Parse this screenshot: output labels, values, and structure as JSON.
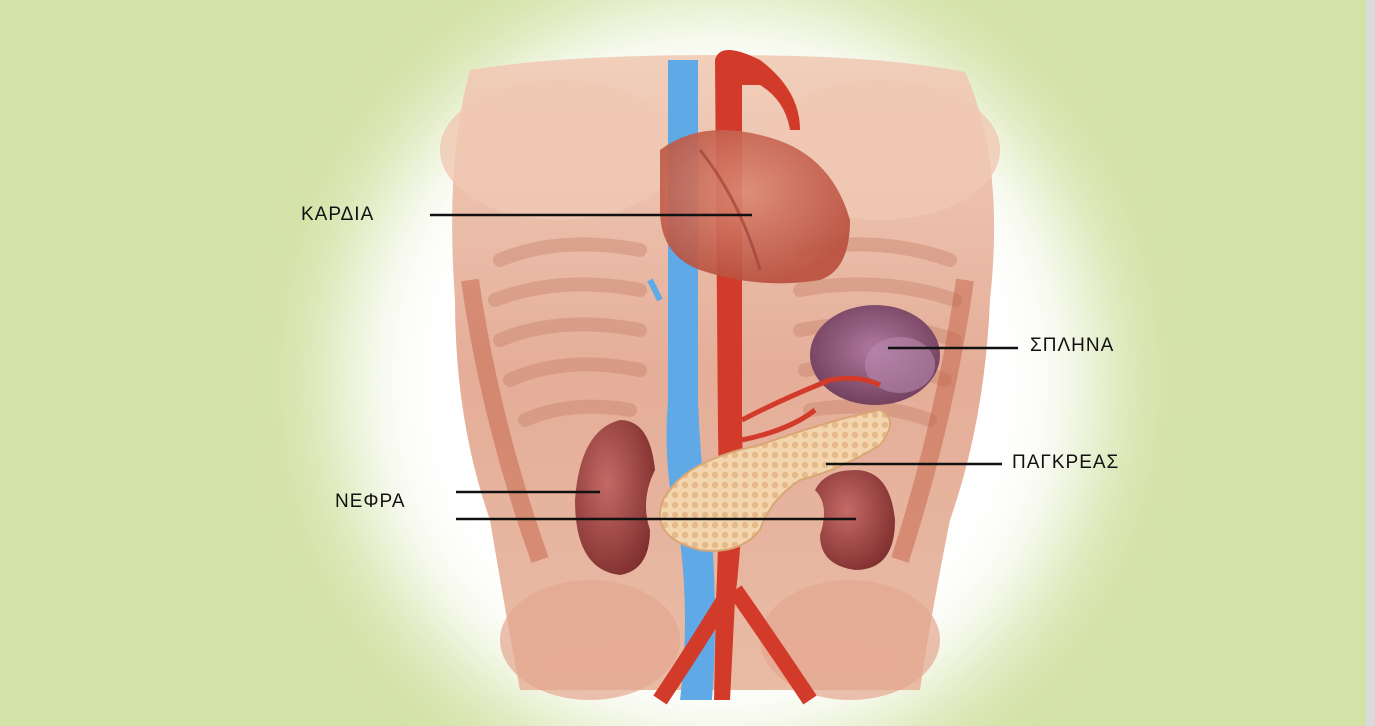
{
  "labels": {
    "heart": "ΚΑΡΔΙΑ",
    "spleen": "ΣΠΛΗΝΑ",
    "pancreas": "ΠΑΓΚΡΕΑΣ",
    "kidneys": "ΝΕΦΡΑ"
  },
  "colors": {
    "background_green": "#d3e2a6",
    "right_border": "#d9dadb",
    "skin": "#e9b9a0",
    "muscle": "#c97b63",
    "heart": "#c9614f",
    "aorta": "#d23a2a",
    "vena_cava": "#5ea9e6",
    "spleen": "#8e5a78",
    "pancreas": "#f2d3a8",
    "kidney": "#9a3d3b",
    "leader_line": "#111111"
  }
}
